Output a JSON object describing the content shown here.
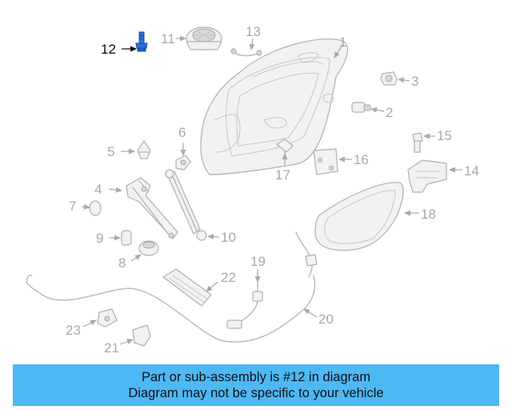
{
  "diagram": {
    "highlighted_part": "12",
    "callouts": [
      "1",
      "2",
      "3",
      "4",
      "5",
      "6",
      "7",
      "8",
      "9",
      "10",
      "11",
      "12",
      "13",
      "14",
      "15",
      "16",
      "17",
      "18",
      "19",
      "20",
      "21",
      "22",
      "23"
    ]
  },
  "banner": {
    "line1": "Part or sub-assembly is #12 in diagram",
    "line2": "Diagram may not be specific to your vehicle",
    "background": "#4cb8f4"
  },
  "colors": {
    "line_art": "#b4b4b4",
    "label": "#a8a8a8",
    "highlight": "#1a5fc8",
    "highlight_label": "#111111"
  }
}
